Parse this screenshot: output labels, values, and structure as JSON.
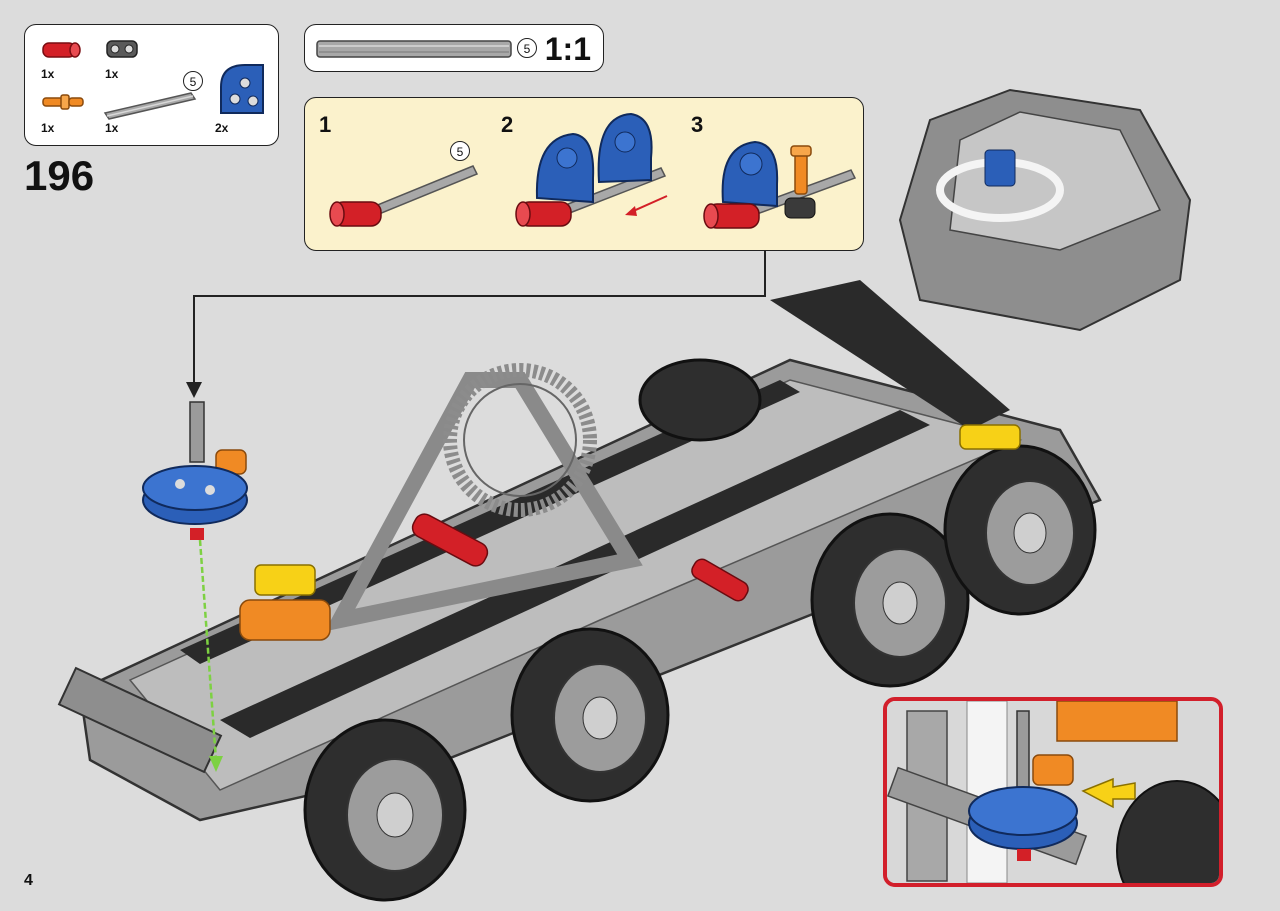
{
  "step": {
    "number": "196"
  },
  "page": {
    "number": "4"
  },
  "parts_list": {
    "items": [
      {
        "name": "red-axle-connector",
        "qty": "1x"
      },
      {
        "name": "dark-gray-cross-block",
        "qty": "1x"
      },
      {
        "name": "orange-axle-pin",
        "qty": "1x"
      },
      {
        "name": "gray-axle",
        "qty": "1x",
        "length": "5"
      },
      {
        "name": "blue-panel-round",
        "qty": "2x"
      }
    ]
  },
  "scale_reference": {
    "length": "5",
    "ratio": "1:1"
  },
  "sub_assembly": {
    "steps": [
      {
        "number": "1",
        "axle_length": "5"
      },
      {
        "number": "2"
      },
      {
        "number": "3"
      }
    ]
  },
  "colors": {
    "background": "#dcdcdc",
    "sub_panel": "#fbf2cc",
    "detail_border": "#d21f2b",
    "blue_part": "#2b5fb8",
    "red_part": "#d32027",
    "orange_part": "#f08a24",
    "yellow_part": "#f7d117",
    "gray_part": "#9b9b9b",
    "dark_part": "#3a3a3a"
  }
}
